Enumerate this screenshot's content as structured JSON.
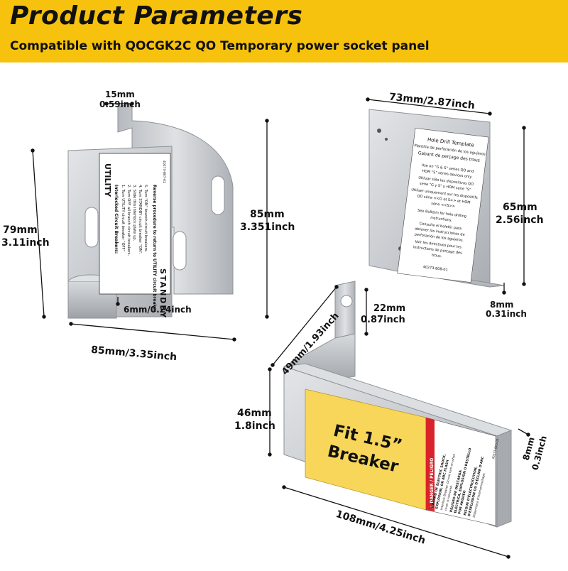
{
  "header": {
    "title": "Product Parameters",
    "subtitle": "Compatible with QOCGK2C QO Temporary power socket panel"
  },
  "colors": {
    "banner": "#f6c20d",
    "metal": "#c9ccd0",
    "label_yellow": "#f7d65a",
    "danger_red": "#d8232a"
  },
  "part1": {
    "dims": {
      "flange_mm": "15mm",
      "flange_in": "0.59inch",
      "height_mm": "79mm",
      "height_in": "3.11inch",
      "tall_mm": "85mm",
      "tall_in": "3.351inch",
      "tab_dim": "6mm/0.24inch",
      "width": "85mm/3.35inch"
    },
    "label": {
      "utility": "UTILITY",
      "standby": "STANDBY",
      "title": "Interlocked Circuit Breakers:",
      "steps": [
        "1. Turn UTILITY circuit breaker \"OFF\"",
        "2. Turn OFF all branch circuit breakers.",
        "3. Slide this interlock plate up.",
        "4. Turn STANDBY circuit breaker \"ON\".",
        "5. Turn \"ON\" branch circuit breakers."
      ],
      "reverse": "Reverse procedure to return to UTILITY circuit breaker.",
      "part_no": "40273-807-01"
    }
  },
  "part2": {
    "dims": {
      "width": "73mm/2.87inch",
      "height_mm": "65mm",
      "height_in": "2.56inch",
      "lip_mm": "8mm",
      "lip_in": "0.31inch"
    },
    "label": {
      "title1": "Hole Drill Template",
      "title2": "Plantilla de perforación de los agujeros",
      "title3": "Gabarit de perçage des trous",
      "lines": [
        "Use on \"G & S\" series QO and",
        "HOM \"S\" series devices only",
        "Utilizar sólo los dispositivos QO",
        "serie \"G y S\" y HOM serie \"S\"",
        "Utiliser uniquement sur les dispositifs",
        "QO série <<G et S>> et HOM",
        "série <<S>>",
        "See Bulletin for hole drilling",
        "instructions.",
        "Consulte el boletín para",
        "obtener las instrucciones de",
        "perforación de los agujeros.",
        "Voir les directives pour les",
        "instructions de perçage des",
        "trous."
      ],
      "part_no": "40273-808-01"
    }
  },
  "part3": {
    "dims": {
      "ear_mm": "22mm",
      "ear_in": "0.87inch",
      "arm": "49mm/1.93inch",
      "height_mm": "46mm",
      "height_in": "1.8inch",
      "lip_mm": "8mm",
      "lip_in": "0.3inch",
      "length": "108mm/4.25inch"
    },
    "badge_line1": "Fit 1.5”",
    "badge_line2": "Breaker",
    "warning": {
      "header": "⚠ DANGER / PELIGRO",
      "lines": [
        "HAZARD OF ELECTRIC SHOCK,",
        "EXPLOSION, OR ARC FLASH",
        "Interlock Breaker. Do not turn on when",
        "cover is removed.",
        "PELIGRO DE DESCARGA",
        "ELÉCTRICA, EXPLOSIÓN O DESTELLO",
        "POR ARQUEO",
        "RISQUE D'ÉLECTROCUTION,",
        "D'EXPLOSION OU D'ÉCLAIR D'ARC",
        "Disjoncteur d'interverrouillage."
      ],
      "part_no": "40273-810-02"
    }
  }
}
